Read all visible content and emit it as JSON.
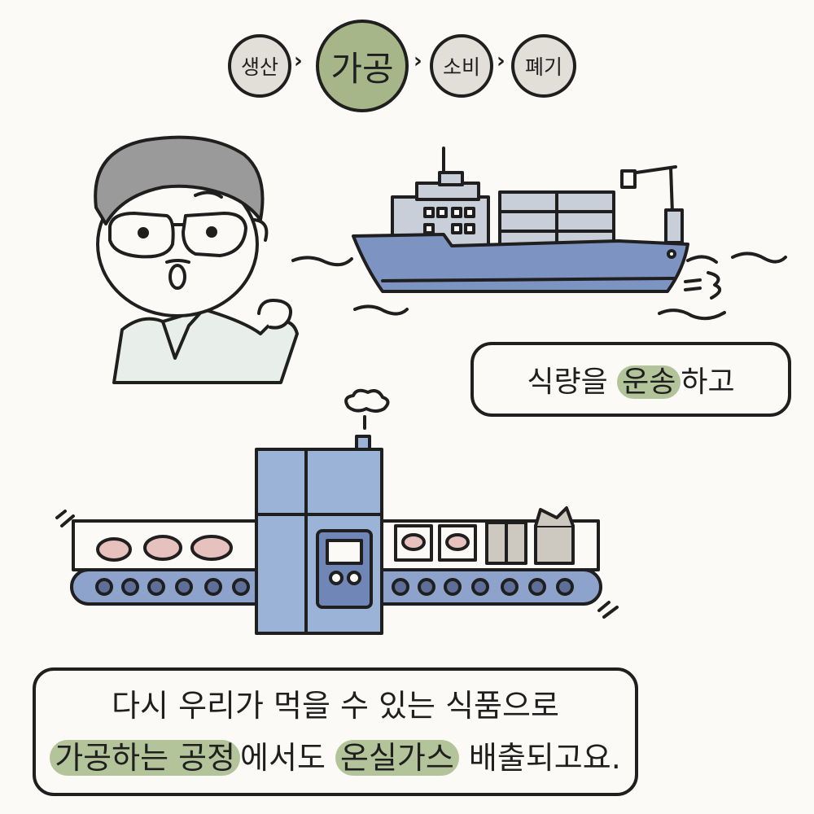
{
  "flow": {
    "steps": [
      "생산",
      "가공",
      "소비",
      "폐기"
    ],
    "active_step": "가공",
    "arrow_glyph": "›"
  },
  "caption1": {
    "pre": "식량을 ",
    "highlight": "운송",
    "post": "하고"
  },
  "caption2": {
    "line1": "다시 우리가 먹을 수 있는 식품으로",
    "line2_hl1": "가공하는 공정",
    "line2_mid": "에서도 ",
    "line2_hl2": "온실가스",
    "line2_post": " 배출되고요."
  },
  "colors": {
    "background": "#fbfaf6",
    "highlight_green": "#b3c39a",
    "active_step": "#a6b689",
    "step_gray": "#e2dfd8",
    "ship_blue": "#7d94c2",
    "machine_blue": "#9bb3d6",
    "hair_gray": "#9a9a9a",
    "outline": "#1f1f1f"
  }
}
